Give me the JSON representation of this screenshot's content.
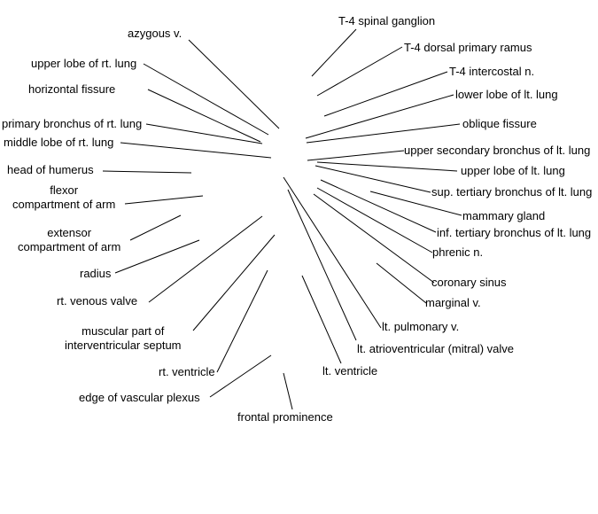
{
  "diagram": {
    "labels": [
      {
        "id": "azygous",
        "text": "azygous v."
      },
      {
        "id": "upper-lobe-rt",
        "text": "upper lobe of rt. lung"
      },
      {
        "id": "horizontal-fissure",
        "text": "horizontal fissure"
      },
      {
        "id": "primary-bronchus-rt",
        "text": "primary bronchus of rt. lung"
      },
      {
        "id": "middle-lobe-rt",
        "text": "middle lobe of rt. lung"
      },
      {
        "id": "head-humerus",
        "text": "head of humerus"
      },
      {
        "id": "flexor",
        "lines": [
          "flexor",
          "compartment of arm"
        ]
      },
      {
        "id": "extensor",
        "lines": [
          "extensor",
          "compartment of arm"
        ]
      },
      {
        "id": "radius",
        "text": "radius"
      },
      {
        "id": "rt-venous-valve",
        "text": "rt. venous valve"
      },
      {
        "id": "muscular-septum",
        "lines": [
          "muscular part of",
          "interventricular septum"
        ]
      },
      {
        "id": "rt-ventricle",
        "text": "rt. ventricle"
      },
      {
        "id": "vascular-plexus",
        "text": "edge of vascular plexus"
      },
      {
        "id": "frontal-prominence",
        "text": "frontal prominence"
      },
      {
        "id": "lt-ventricle",
        "text": "lt. ventricle"
      },
      {
        "id": "mitral-valve",
        "text": "lt. atrioventricular (mitral) valve"
      },
      {
        "id": "lt-pulmonary",
        "text": "lt. pulmonary v."
      },
      {
        "id": "marginal",
        "text": "marginal v."
      },
      {
        "id": "coronary-sinus",
        "text": "coronary sinus"
      },
      {
        "id": "phrenic",
        "text": "phrenic n."
      },
      {
        "id": "inf-tertiary",
        "text": "inf. tertiary bronchus of lt. lung"
      },
      {
        "id": "mammary",
        "text": "mammary gland"
      },
      {
        "id": "sup-tertiary",
        "text": "sup. tertiary bronchus of lt. lung"
      },
      {
        "id": "upper-lobe-lt",
        "text": "upper lobe of lt. lung"
      },
      {
        "id": "upper-secondary",
        "text": "upper secondary bronchus of lt. lung"
      },
      {
        "id": "oblique-fissure",
        "text": "oblique fissure"
      },
      {
        "id": "lower-lobe-lt",
        "text": "lower lobe of lt. lung"
      },
      {
        "id": "t4-intercostal",
        "text": "T-4 intercostal n."
      },
      {
        "id": "t4-dorsal",
        "text": "T-4 dorsal primary ramus"
      },
      {
        "id": "t4-ganglion",
        "text": "T-4 spinal ganglion"
      }
    ]
  }
}
